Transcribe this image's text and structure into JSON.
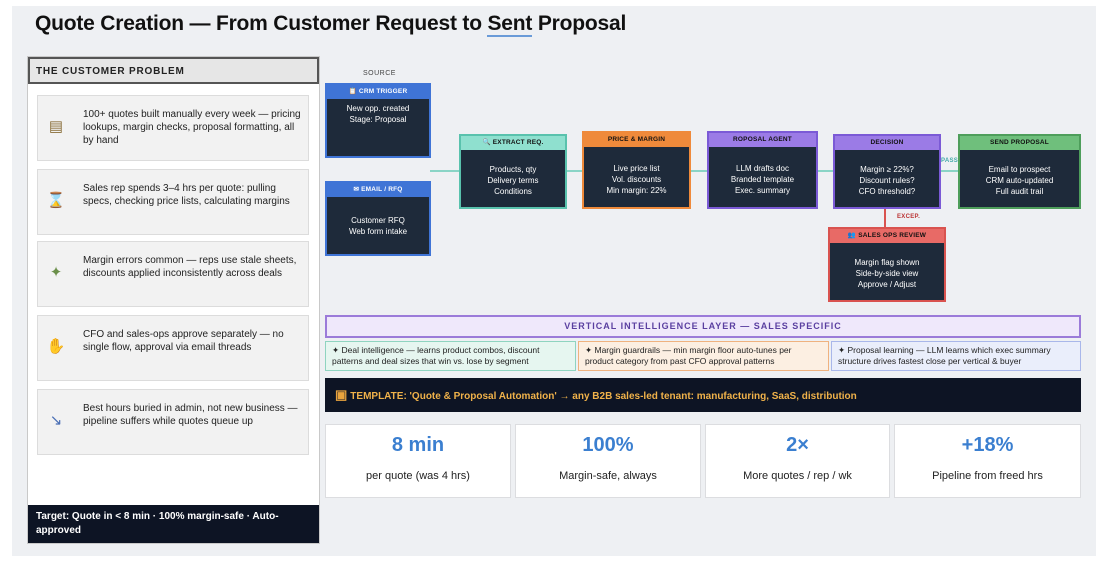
{
  "title": {
    "part1": "Quote Creation — From Customer Request to ",
    "underlined": "Sent",
    "part2": " Proposal"
  },
  "problem_panel": {
    "heading": "THE CUSTOMER PROBLEM",
    "items": [
      {
        "icon": "notepad-icon",
        "glyph": "▤",
        "text": "100+ quotes built manually every week — pricing lookups, margin checks, proposal formatting, all by hand"
      },
      {
        "icon": "hourglass-icon",
        "glyph": "⌛",
        "text": "Sales rep spends 3–4 hrs per quote: pulling specs, checking price lists, calculating margins"
      },
      {
        "icon": "money-icon",
        "glyph": "✦",
        "text": "Margin errors common — reps use stale sheets, discounts applied inconsistently across deals"
      },
      {
        "icon": "handshake-icon",
        "glyph": "✋",
        "text": "CFO and sales-ops approve separately — no single flow, approval via email threads"
      },
      {
        "icon": "chart-down-icon",
        "glyph": "↘",
        "text": "Best hours buried in admin, not new business — pipeline suffers while quotes queue up"
      }
    ],
    "target": "Target: Quote in < 8 min · 100% margin-safe · Auto-approved"
  },
  "flow": {
    "source_label": "SOURCE",
    "nodes": {
      "crm": {
        "title": "📋 CRM TRIGGER",
        "lines": [
          "New opp. created",
          "Stage: Proposal"
        ]
      },
      "email": {
        "title": "✉ EMAIL / RFQ",
        "lines": [
          "Customer RFQ",
          "Web form intake"
        ]
      },
      "extract": {
        "title": "🔍 EXTRACT REQ.",
        "lines": [
          "Products, qty",
          "Delivery terms",
          "Conditions"
        ]
      },
      "price": {
        "title": "PRICE & MARGIN",
        "lines": [
          "Live price list",
          "Vol. discounts",
          "Min margin: 22%"
        ]
      },
      "proposal": {
        "title": "ROPOSAL AGENT",
        "lines": [
          "LLM drafts doc",
          "Branded template",
          "Exec. summary"
        ]
      },
      "decision": {
        "title": "DECISION",
        "lines": [
          "Margin ≥ 22%?",
          "Discount rules?",
          "CFO threshold?"
        ]
      },
      "send": {
        "title": "SEND PROPOSAL",
        "lines": [
          "Email to prospect",
          "CRM auto-updated",
          "Full audit trail"
        ]
      },
      "review": {
        "title": "👥 SALES OPS REVIEW",
        "lines": [
          "Margin flag shown",
          "Side-by-side view",
          "Approve / Adjust"
        ]
      }
    },
    "pass_label": "PASS",
    "exception_label": "EXCEP."
  },
  "intelligence": {
    "heading": "VERTICAL INTELLIGENCE LAYER — SALES SPECIFIC",
    "boxes": [
      "✦ Deal intelligence — learns product combos, discount patterns and deal sizes that win vs. lose by segment",
      "✦ Margin guardrails — min margin floor auto-tunes per product category from past CFO approval patterns",
      "✦ Proposal learning — LLM learns which exec summary structure drives fastest close per vertical & buyer"
    ]
  },
  "template_banner": "TEMPLATE: 'Quote & Proposal Automation' → any B2B sales-led tenant: manufacturing, SaaS, distribution",
  "metrics": [
    {
      "value": "8 min",
      "label": "per quote (was 4 hrs)"
    },
    {
      "value": "100%",
      "label": "Margin-safe, always"
    },
    {
      "value": "2×",
      "label": "More quotes / rep / wk"
    },
    {
      "value": "+18%",
      "label": "Pipeline from freed hrs"
    }
  ],
  "colors": {
    "node_bg": "#1e2a3a",
    "crm": "#3f74d6",
    "extract": "#59c2ad",
    "price": "#ef8a3b",
    "proposal": "#7b5ad6",
    "decision": "#7b5ad6",
    "send": "#4e9e5b",
    "review": "#d9534f",
    "metric_value": "#3b7fd0"
  }
}
